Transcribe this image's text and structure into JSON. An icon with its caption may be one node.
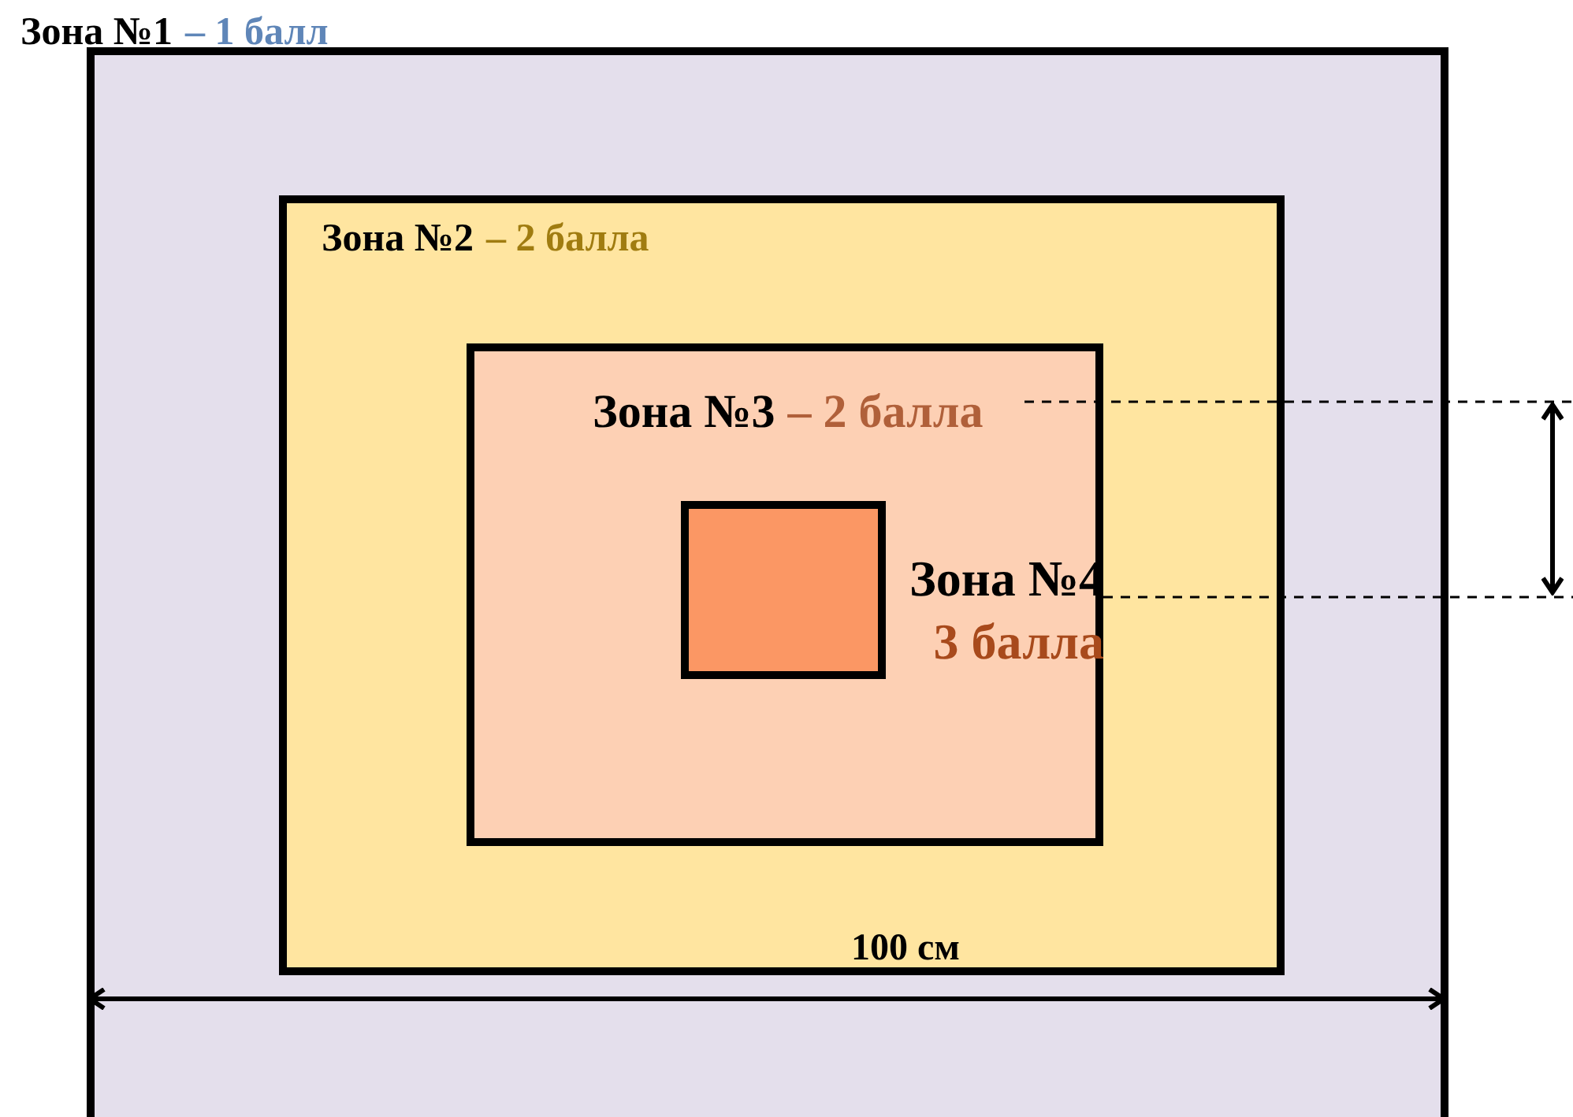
{
  "diagram": {
    "nodes": [
      {
        "text": [
          "Зона №1",
          "– 1 балл"
        ]
      },
      {
        "text": [
          "Зона №2",
          "– 2 балла"
        ],
        "in": 0
      },
      {
        "text": [
          "Зона №3",
          "– 2 балла"
        ],
        "in": 1
      },
      {
        "text": [
          "Зона №4",
          "3 балла"
        ],
        "in": 2
      }
    ],
    "labels": [
      "100 см"
    ]
  }
}
